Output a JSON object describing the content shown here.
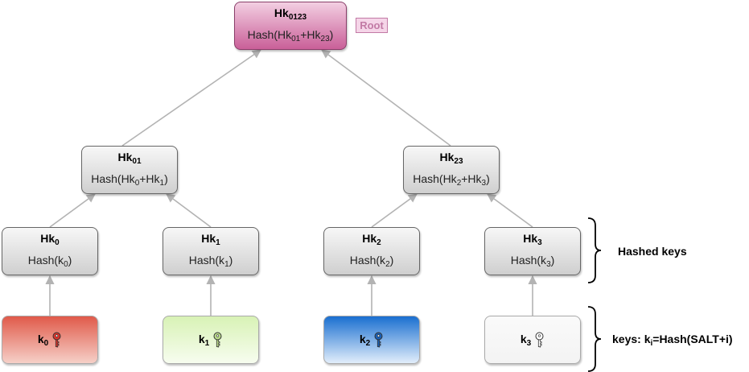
{
  "root": {
    "name": "Hk",
    "sub": "0123",
    "formula_prefix": "Hash(Hk",
    "formula_sub1": "01",
    "formula_mid": "+Hk",
    "formula_sub2": "23",
    "formula_suffix": ")"
  },
  "root_badge": "Root",
  "level1": [
    {
      "name": "Hk",
      "sub": "01",
      "formula_prefix": "Hash(Hk",
      "formula_sub1": "0",
      "formula_mid": "+Hk",
      "formula_sub2": "1",
      "formula_suffix": ")"
    },
    {
      "name": "Hk",
      "sub": "23",
      "formula_prefix": "Hash(Hk",
      "formula_sub1": "2",
      "formula_mid": "+Hk",
      "formula_sub2": "3",
      "formula_suffix": ")"
    }
  ],
  "hashed": [
    {
      "name": "Hk",
      "sub": "0",
      "formula_prefix": "Hash(k",
      "formula_sub": "0",
      "formula_suffix": ")"
    },
    {
      "name": "Hk",
      "sub": "1",
      "formula_prefix": "Hash(k",
      "formula_sub": "1",
      "formula_suffix": ")"
    },
    {
      "name": "Hk",
      "sub": "2",
      "formula_prefix": "Hash(k",
      "formula_sub": "2",
      "formula_suffix": ")"
    },
    {
      "name": "Hk",
      "sub": "3",
      "formula_prefix": "Hash(k",
      "formula_sub": "3",
      "formula_suffix": ")"
    }
  ],
  "keys": [
    {
      "name": "k",
      "sub": "0",
      "icon": "key-icon",
      "icon_color": "#d9342b"
    },
    {
      "name": "k",
      "sub": "1",
      "icon": "key-icon",
      "icon_color": "#b9d98a"
    },
    {
      "name": "k",
      "sub": "2",
      "icon": "key-icon",
      "icon_color": "#1a5fb4"
    },
    {
      "name": "k",
      "sub": "3",
      "icon": "key-icon",
      "icon_color": "#ffffff"
    }
  ],
  "labels": {
    "hashed_keys": "Hashed keys",
    "keys_prefix": "keys: k",
    "keys_sub": "i",
    "keys_suffix": "=Hash(SALT+i)"
  },
  "colors": {
    "edge": "#b3b3b3",
    "root_fill": "#d98ab6"
  }
}
